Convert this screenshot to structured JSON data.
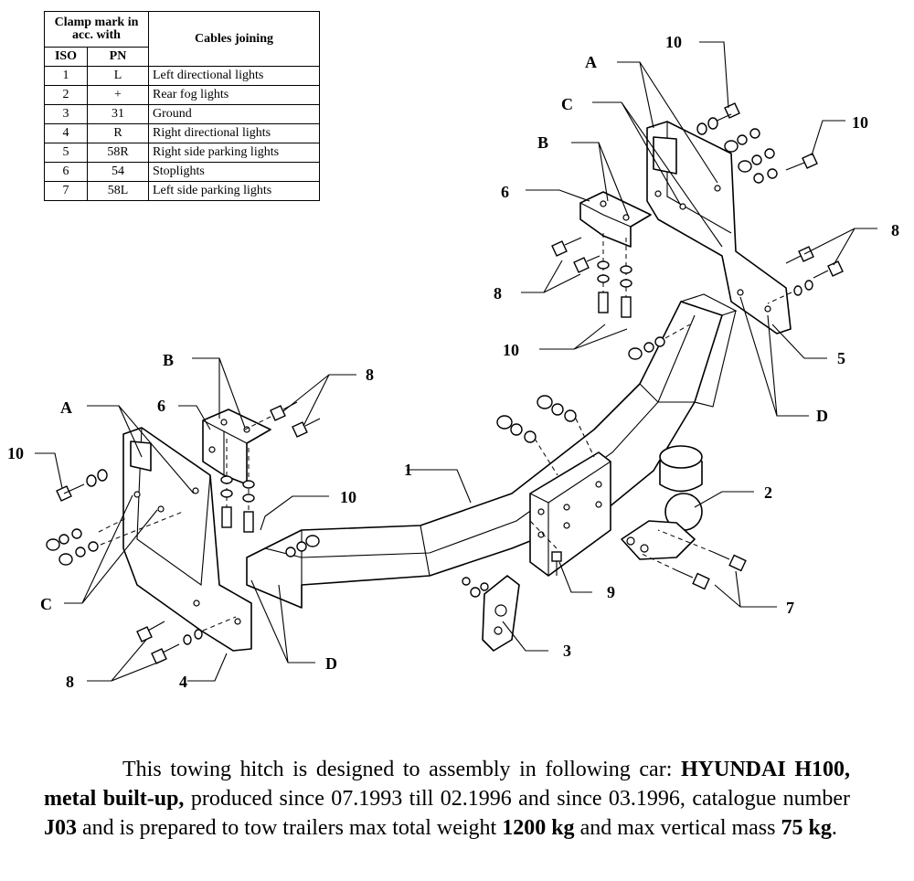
{
  "table": {
    "header_top": "Clamp mark in acc. with",
    "header_cables": "Cables joining",
    "header_iso": "ISO",
    "header_pn": "PN",
    "rows": [
      {
        "iso": "1",
        "pn": "L",
        "cable": "Left directional lights"
      },
      {
        "iso": "2",
        "pn": "+",
        "cable": "Rear fog lights"
      },
      {
        "iso": "3",
        "pn": "31",
        "cable": "Ground"
      },
      {
        "iso": "4",
        "pn": "R",
        "cable": "Right directional lights"
      },
      {
        "iso": "5",
        "pn": "58R",
        "cable": "Right side parking lights"
      },
      {
        "iso": "6",
        "pn": "54",
        "cable": "Stoplights"
      },
      {
        "iso": "7",
        "pn": "58L",
        "cable": "Left side parking lights"
      }
    ]
  },
  "callouts": {
    "A": "A",
    "B": "B",
    "C": "C",
    "D": "D",
    "n1": "1",
    "n2": "2",
    "n3": "3",
    "n4": "4",
    "n5": "5",
    "n6": "6",
    "n7": "7",
    "n8": "8",
    "n9": "9",
    "n10": "10"
  },
  "description": {
    "t1": "This towing hitch is designed to assembly in following car: ",
    "car": "HYUNDAI H100, metal built-up,",
    "t2": " produced since 07.1993 till 02.1996 and since 03.1996, catalogue number ",
    "catalogue": "J03",
    "t3": " and is prepared to tow trailers max total weight ",
    "weight": "1200 kg",
    "t4": " and max vertical mass ",
    "vertical": "75 kg",
    "t5": "."
  }
}
